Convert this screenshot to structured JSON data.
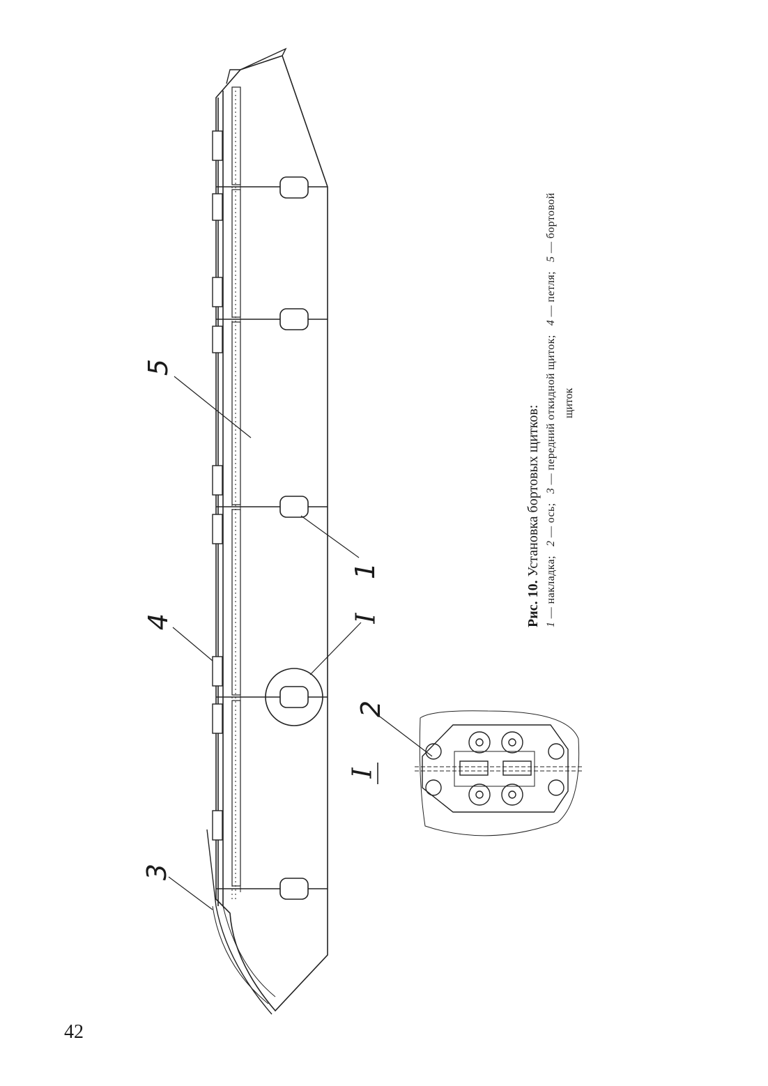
{
  "figure": {
    "callouts": [
      "1",
      "2",
      "3",
      "4",
      "5",
      "I",
      "I"
    ],
    "caption": {
      "number": "Рис. 10.",
      "title": "Установка бортовых щитков:",
      "items": [
        {
          "n": "1",
          "text": " — накладка;"
        },
        {
          "n": "2",
          "text": " — ось;"
        },
        {
          "n": "3",
          "text": " — передний откидной щиток;"
        },
        {
          "n": "4",
          "text": " — петля;"
        },
        {
          "n": "5",
          "text": " — бортовой"
        }
      ],
      "continuation": "щиток"
    }
  },
  "page": {
    "number": "42"
  }
}
